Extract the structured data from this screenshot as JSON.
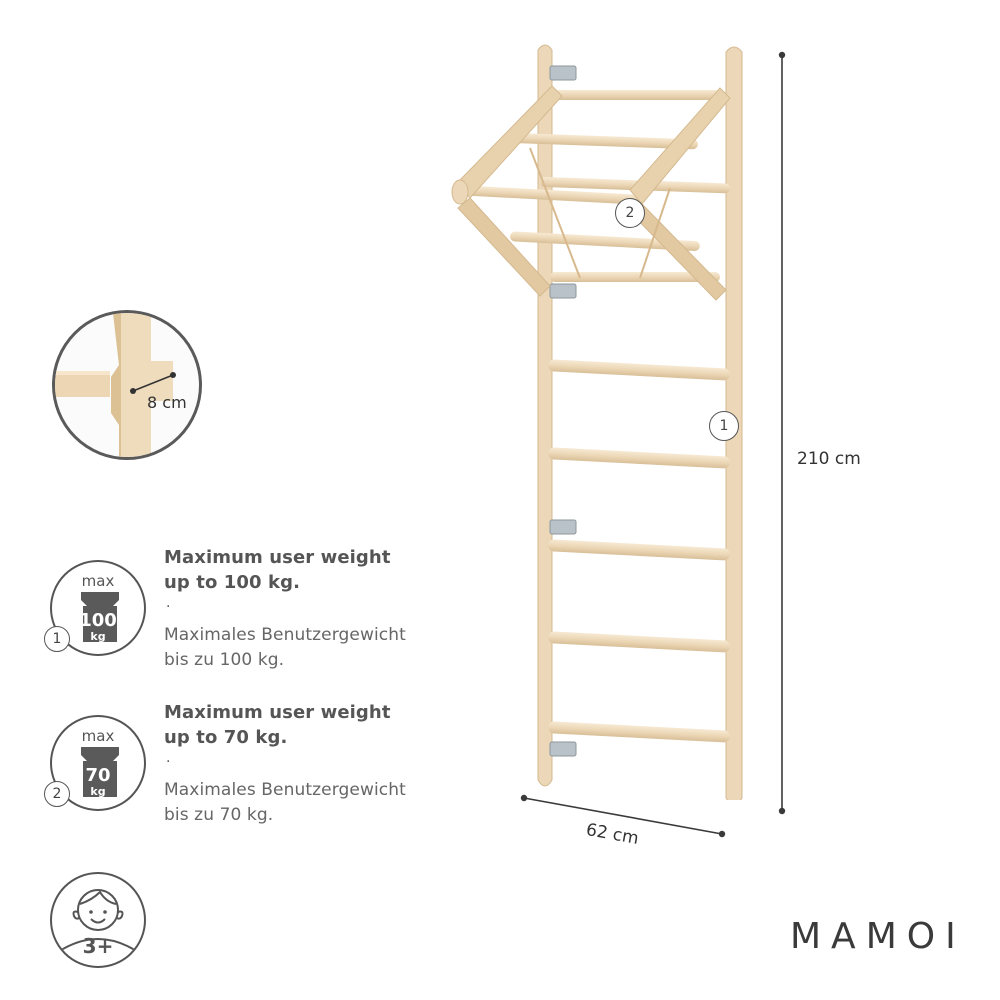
{
  "detail_zoom": {
    "dimension_label": "8 cm"
  },
  "dimensions": {
    "height_label": "210 cm",
    "width_label": "62 cm"
  },
  "product_markers": [
    {
      "number": "1",
      "part": "wall-ladder"
    },
    {
      "number": "2",
      "part": "pull-up-bar-attachment"
    }
  ],
  "weight_limits": [
    {
      "badge_number": "1",
      "icon_max": "max",
      "icon_value": "100",
      "icon_unit": "kg",
      "title_line1": "Maximum user weight",
      "title_line2": "up to 100 kg.",
      "separator": "·",
      "de_line1": "Maximales Benutzergewicht",
      "de_line2": "bis zu 100 kg."
    },
    {
      "badge_number": "2",
      "icon_max": "max",
      "icon_value": "70",
      "icon_unit": "kg",
      "title_line1": "Maximum user weight",
      "title_line2": "up to 70 kg.",
      "separator": "·",
      "de_line1": "Maximales Benutzergewicht",
      "de_line2": "bis zu 70 kg."
    }
  ],
  "age_badge": {
    "label": "3+",
    "icon": "child-face-icon"
  },
  "brand": {
    "logo_text": "MAMOI"
  },
  "colors": {
    "wood": "#ecd9bc",
    "wood_dark": "#d9bf98",
    "metal": "#b9c2c8",
    "ink": "#3a3a3a",
    "text_gray": "#555555"
  }
}
